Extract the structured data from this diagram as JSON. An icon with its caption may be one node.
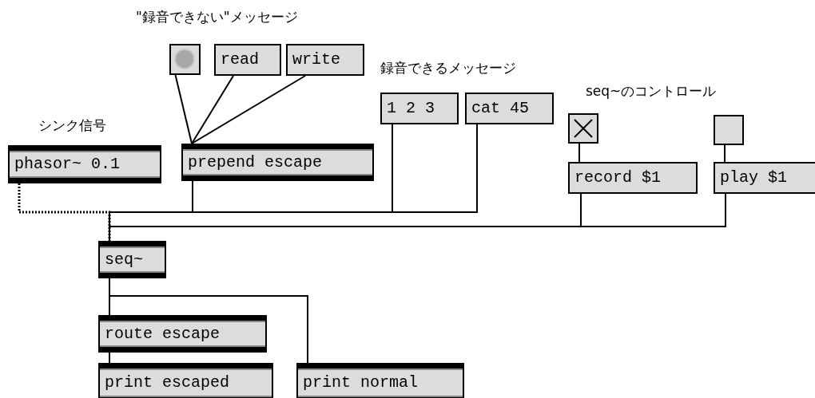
{
  "diagram": {
    "nodes": [
      {
        "text": [],
        "shape": "circle"
      },
      {
        "text": [
          "read"
        ]
      },
      {
        "text": [
          "write"
        ]
      },
      {
        "text": [
          "1 2 3"
        ]
      },
      {
        "text": [
          "cat 45"
        ]
      },
      {
        "text": [],
        "shape": "box"
      },
      {
        "text": [],
        "shape": "box"
      },
      {
        "text": [
          "phasor~ 0.1"
        ]
      },
      {
        "text": [
          "prepend escape"
        ]
      },
      {
        "text": [
          "record $1"
        ]
      },
      {
        "text": [
          "play $1"
        ]
      },
      {
        "text": [
          "seq~"
        ]
      },
      {
        "text": [
          "route escape"
        ]
      },
      {
        "text": [
          "print escaped"
        ]
      },
      {
        "text": [
          "print normal"
        ]
      }
    ],
    "edges": [
      {
        "from": 0,
        "to": 8,
        "arrow": "none"
      },
      {
        "from": 1,
        "to": 8,
        "arrow": "none"
      },
      {
        "from": 2,
        "to": 8,
        "arrow": "none"
      },
      {
        "from": 7,
        "to": 11,
        "arrow": "none",
        "style": "dashed"
      },
      {
        "from": 8,
        "to": 11,
        "arrow": "none"
      },
      {
        "from": 3,
        "to": 11,
        "arrow": "none"
      },
      {
        "from": 4,
        "to": 11,
        "arrow": "none"
      },
      {
        "from": 5,
        "to": 9,
        "arrow": "none"
      },
      {
        "from": 6,
        "to": 10,
        "arrow": "none"
      },
      {
        "from": 9,
        "to": 11,
        "arrow": "none"
      },
      {
        "from": 10,
        "to": 11,
        "arrow": "none"
      },
      {
        "from": 11,
        "to": 12,
        "arrow": "none"
      },
      {
        "from": 11,
        "to": 14,
        "arrow": "none"
      },
      {
        "from": 12,
        "to": 13,
        "arrow": "none"
      }
    ],
    "labels": [
      "\"録音できない\"メッセージ",
      "シンク信号",
      "録音できるメッセージ",
      "seq~のコントロール"
    ]
  }
}
